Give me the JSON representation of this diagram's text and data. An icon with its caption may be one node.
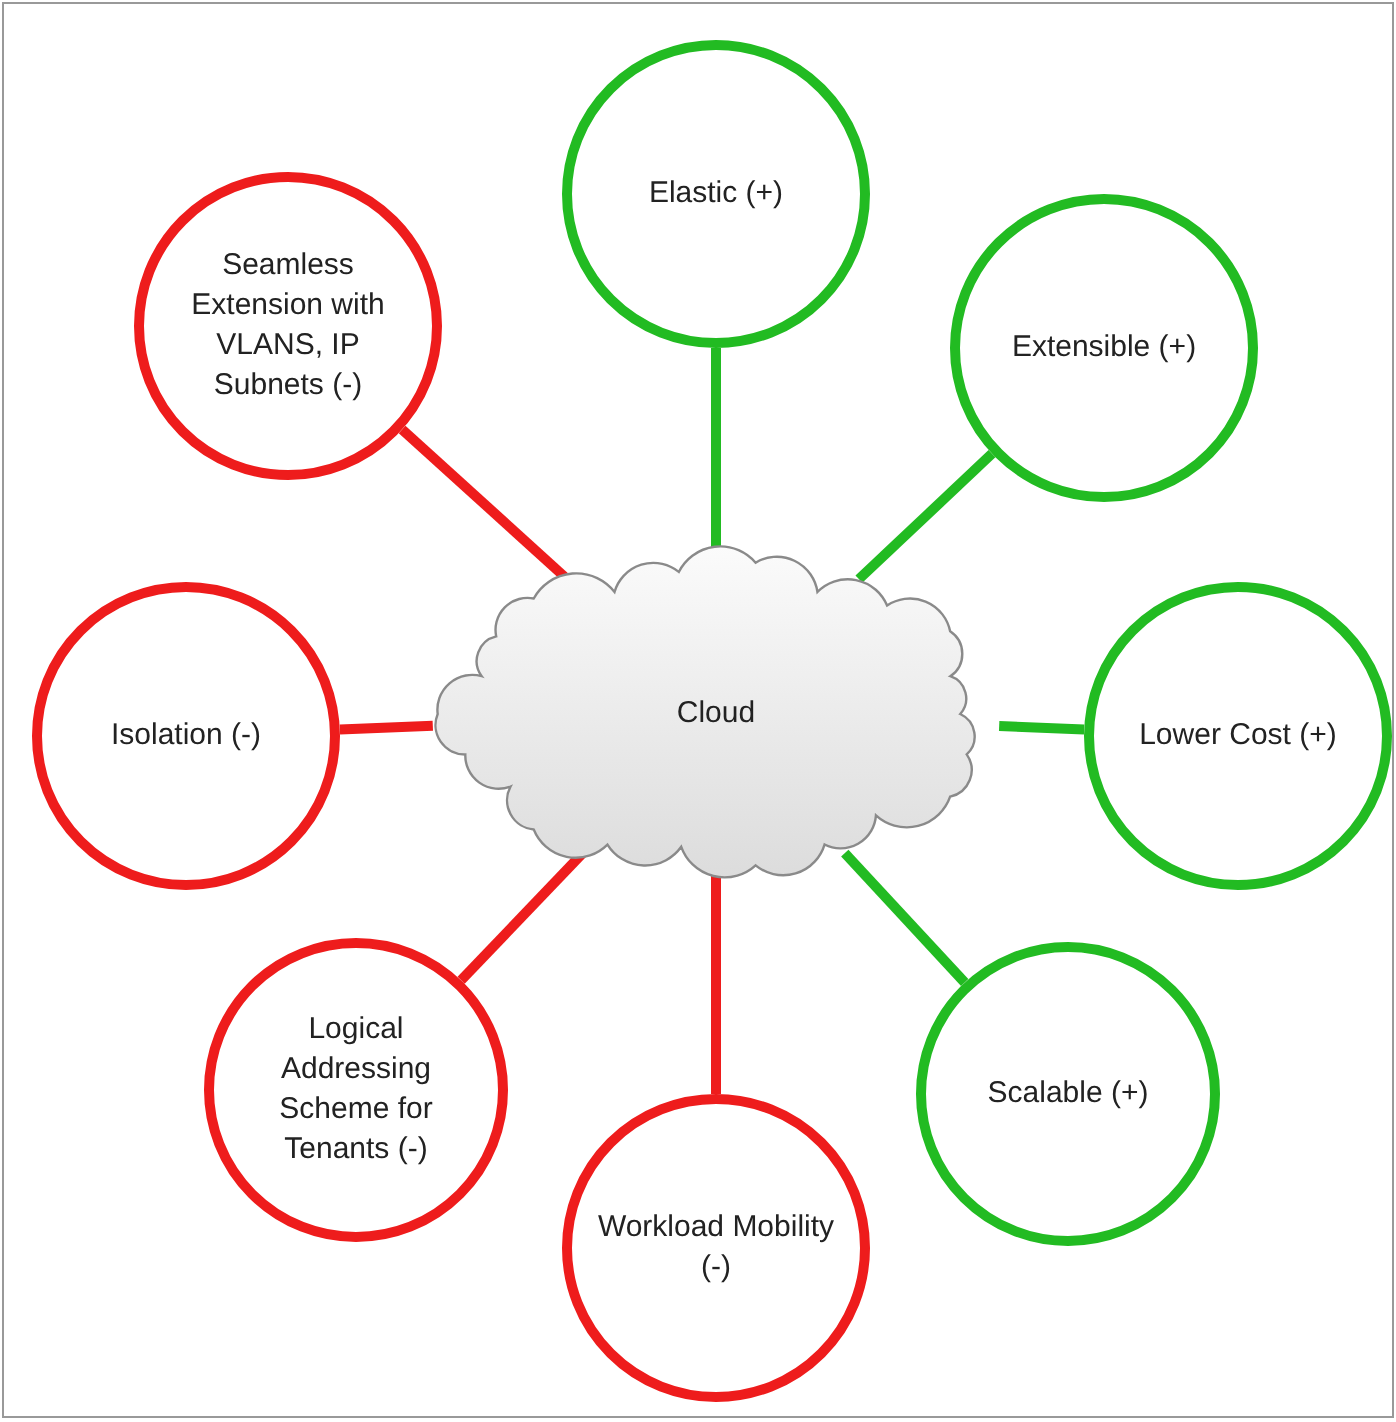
{
  "diagram": {
    "nodes": [
      {
        "text": [
          "Cloud"
        ]
      },
      {
        "text": [
          "Elastic (+)"
        ]
      },
      {
        "text": [
          "Extensible (+)"
        ]
      },
      {
        "text": [
          "Lower Cost (+)"
        ]
      },
      {
        "text": [
          "Scalable (+)"
        ]
      },
      {
        "text": [
          "Workload Mobility (-)"
        ]
      },
      {
        "text": [
          "Logical Addressing Scheme for Tenants (-)"
        ]
      },
      {
        "text": [
          "Isolation (-)"
        ]
      },
      {
        "text": [
          "Seamless Extension with VLANS, IP Subnets (-)"
        ]
      }
    ],
    "edges": [
      {
        "from": 0,
        "to": 1,
        "arrow": "none"
      },
      {
        "from": 0,
        "to": 2,
        "arrow": "none"
      },
      {
        "from": 0,
        "to": 3,
        "arrow": "none"
      },
      {
        "from": 0,
        "to": 4,
        "arrow": "none"
      },
      {
        "from": 0,
        "to": 5,
        "arrow": "none",
        "color": "#ee1c1c"
      },
      {
        "from": 0,
        "to": 6,
        "arrow": "none",
        "color": "#ee1c1c"
      },
      {
        "from": 0,
        "to": 7,
        "arrow": "none",
        "color": "#ee1c1c"
      },
      {
        "from": 0,
        "to": 8,
        "arrow": "none",
        "color": "#ee1c1c"
      }
    ]
  }
}
